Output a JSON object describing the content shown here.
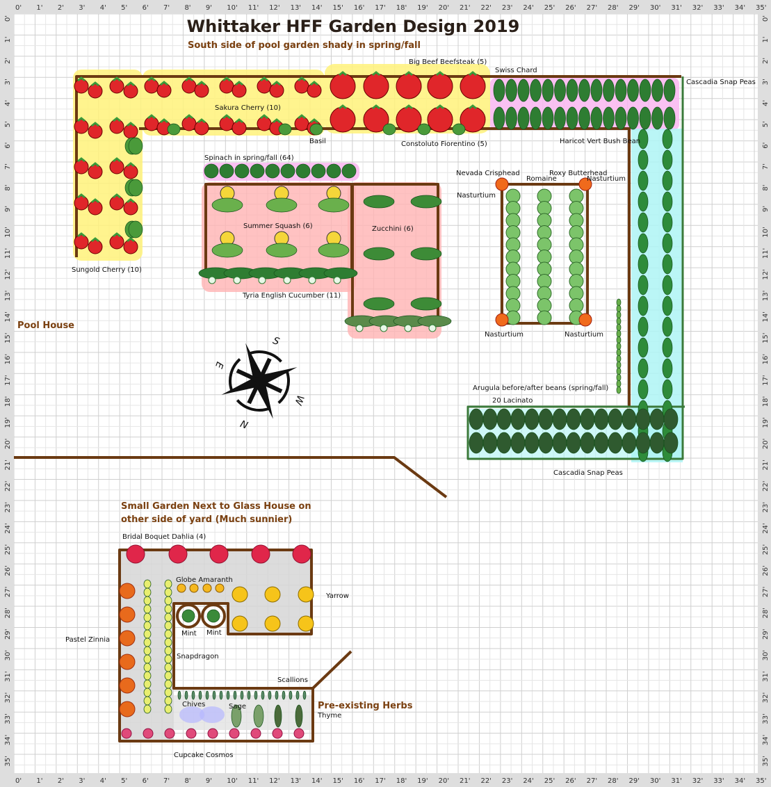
{
  "title": "Whittaker HFF Garden Design 2019",
  "subtitle": "South side of pool garden shady in spring/fall",
  "ruler": {
    "unit": "'",
    "max_feet": 35
  },
  "colors": {
    "bed_border": "#6b3a12",
    "section_text": "#7a4010",
    "tomato": "#e0262a",
    "leaf": "#2f8a2f",
    "yellow_zone": "#fff27a",
    "pink_zone": "#f9b6f0",
    "red_zone": "#ffb3b3",
    "cyan_zone": "#aef4f4",
    "gray_zone": "#d6d6d6"
  },
  "sections": {
    "pool_house": "Pool House",
    "small_garden_1": "Small Garden Next to Glass House on",
    "small_garden_2": "other side of yard (Much sunnier)",
    "herbs": "Pre-existing Herbs"
  },
  "plants": {
    "big_beef": "Big Beef Beefsteak (5)",
    "swiss_chard": "Swiss Chard",
    "snap_peas_top": "Cascadia Snap Peas",
    "sakura": "Sakura Cherry (10)",
    "basil": "Basil",
    "costoluto": "Constoluto Fiorentino (5)",
    "haricot": "Haricot Vert Bush Bean",
    "spinach": "Spinach in spring/fall (64)",
    "nevada": "Nevada Crisphead",
    "romaine": "Romaine",
    "roxy": "Roxy Butterhead",
    "nasturtium_tr": "Nasturtium",
    "nasturtium_tl": "Nasturtium",
    "summer_squash": "Summer Squash (6)",
    "zucchini": "Zucchini (6)",
    "sungold": "Sungold Cherry (10)",
    "cucumber": "Tyria English Cucumber (11)",
    "nasturtium_bl": "Nasturtium",
    "nasturtium_br": "Nasturtium",
    "arugula": "Arugula before/after beans (spring/fall)",
    "lacinato": "20 Lacinato",
    "snap_peas_bottom": "Cascadia Snap Peas",
    "dahlia": "Bridal Boquet Dahlia (4)",
    "globe_amaranth": "Globe Amaranth",
    "yarrow": "Yarrow",
    "zinnia": "Pastel Zinnia",
    "mint1": "Mint",
    "mint2": "Mint",
    "snapdragon": "Snapdragon",
    "scallions": "Scallions",
    "thyme": "Thyme",
    "chives": "Chives",
    "sage": "Sage",
    "cosmos": "Cupcake Cosmos"
  },
  "compass": {
    "n": "N",
    "s": "S",
    "e": "E",
    "w": "W"
  }
}
